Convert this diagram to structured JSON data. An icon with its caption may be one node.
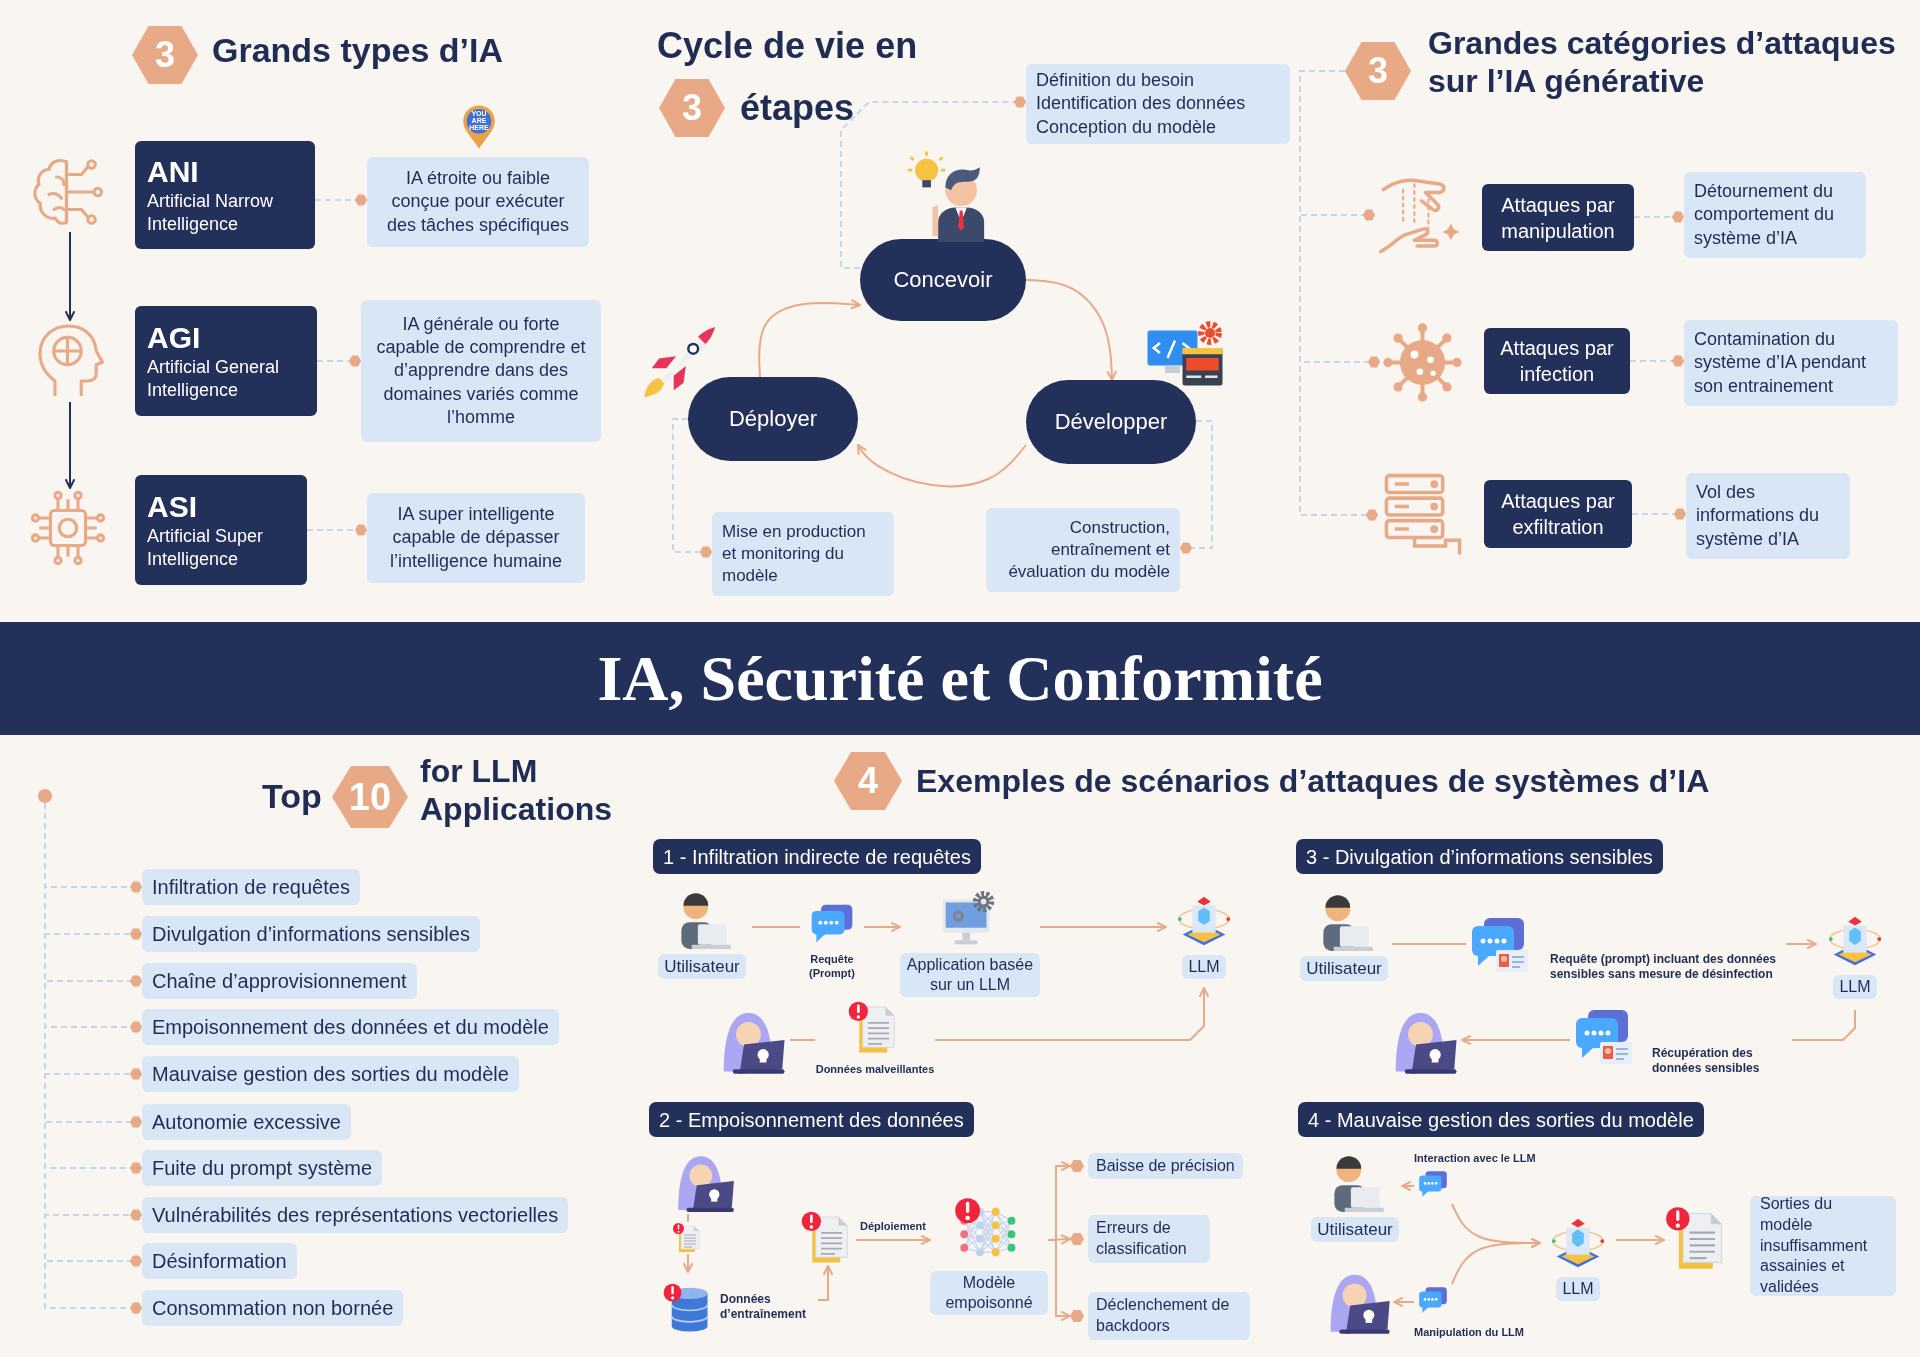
{
  "diagram": {
    "title": "IA, Sécurité et Conformité",
    "nodes": [
      {
        "text": [
          "3"
        ],
        "beside": [
          "Grands types d’IA"
        ]
      },
      {
        "text": [],
        "shape": "picture"
      },
      {
        "text": [
          "ANI",
          "Artificial Narrow Intelligence"
        ]
      },
      {
        "text": [
          "IA étroite ou faible conçue pour exécuter des tâches spécifiques"
        ]
      },
      {
        "text": [],
        "shape": "picture"
      },
      {
        "text": [
          "AGI",
          "Artificial General Intelligence"
        ]
      },
      {
        "text": [
          "IA générale ou forte capable de comprendre et d’apprendre dans des domaines variés comme l’homme"
        ]
      },
      {
        "text": [],
        "shape": "picture"
      },
      {
        "text": [
          "ASI",
          "Artificial Super Intelligence"
        ]
      },
      {
        "text": [
          "IA super intelligente capable de dépasser l’intelligence humaine"
        ]
      },
      {
        "text": [
          "3"
        ],
        "beside": [
          "Cycle de vie en",
          "étapes"
        ]
      },
      {
        "text": [
          "Concevoir"
        ]
      },
      {
        "text": [
          "Développer"
        ]
      },
      {
        "text": [
          "Déployer"
        ]
      },
      {
        "text": [
          "Définition du besoin Identification des données Conception du modèle"
        ]
      },
      {
        "text": [
          "Construction, entraînement et évaluation du modèle"
        ]
      },
      {
        "text": [
          "Mise en production et monitoring du modèle"
        ]
      },
      {
        "text": [
          "3"
        ],
        "beside": [
          "Grandes catégories d’attaques sur l’IA générative"
        ]
      },
      {
        "text": [],
        "shape": "picture"
      },
      {
        "text": [
          "Attaques par manipulation"
        ]
      },
      {
        "text": [
          "Détournement du comportement du système d’IA"
        ]
      },
      {
        "text": [],
        "shape": "picture"
      },
      {
        "text": [
          "Attaques par infection"
        ]
      },
      {
        "text": [
          "Contamination du système d’IA pendant son entrainement"
        ]
      },
      {
        "text": [],
        "shape": "picture"
      },
      {
        "text": [
          "Attaques par exfiltration"
        ]
      },
      {
        "text": [
          "Vol des informations du système d’IA"
        ]
      },
      {
        "text": [
          "10"
        ],
        "beside": [
          "Top",
          "for LLM Applications"
        ]
      },
      {
        "text": [
          "Infiltration de requêtes"
        ]
      },
      {
        "text": [
          "Divulgation d’informations sensibles"
        ]
      },
      {
        "text": [
          "Chaîne d’approvisionnement"
        ]
      },
      {
        "text": [
          "Empoisonnement des données et du modèle"
        ]
      },
      {
        "text": [
          "Mauvaise gestion des sorties du modèle"
        ]
      },
      {
        "text": [
          "Autonomie excessive"
        ]
      },
      {
        "text": [
          "Fuite du prompt système"
        ]
      },
      {
        "text": [
          "Vulnérabilités des représentations vectorielles"
        ]
      },
      {
        "text": [
          "Désinformation"
        ]
      },
      {
        "text": [
          "Consommation non bornée"
        ]
      },
      {
        "text": [
          "4"
        ],
        "beside": [
          "Exemples de scénarios d’attaques de systèmes d’IA"
        ]
      },
      {
        "text": [
          "1 - Infiltration indirecte de requêtes"
        ]
      },
      {
        "text": [
          "Utilisateur"
        ]
      },
      {
        "text": [
          "Requête (Prompt)"
        ]
      },
      {
        "text": [
          "Application basée sur un LLM"
        ]
      },
      {
        "text": [
          "LLM"
        ]
      },
      {
        "text": [],
        "shape": "picture"
      },
      {
        "text": [
          "Données malveillantes"
        ]
      },
      {
        "text": [
          "2 - Empoisonnement des données"
        ]
      },
      {
        "text": [],
        "shape": "picture"
      },
      {
        "text": [],
        "shape": "picture"
      },
      {
        "text": [
          "Données d’entraînement"
        ]
      },
      {
        "text": [],
        "shape": "picture"
      },
      {
        "text": [
          "Modèle empoisonné"
        ]
      },
      {
        "text": [
          "Baisse de précision"
        ]
      },
      {
        "text": [
          "Erreurs de classification"
        ]
      },
      {
        "text": [
          "Déclenchement de backdoors"
        ]
      },
      {
        "text": [
          "3 - Divulgation d’informations sensibles"
        ]
      },
      {
        "text": [
          "Utilisateur"
        ]
      },
      {
        "text": [
          "Requête (prompt) incluant des données sensibles sans mesure de désinfection"
        ]
      },
      {
        "text": [
          "LLM"
        ]
      },
      {
        "text": [
          "Récupération des données sensibles"
        ]
      },
      {
        "text": [],
        "shape": "picture"
      },
      {
        "text": [
          "4 - Mauvaise gestion des sorties du modèle"
        ]
      },
      {
        "text": [
          "Utilisateur"
        ]
      },
      {
        "text": [],
        "shape": "picture"
      },
      {
        "text": [
          "Interaction avec le LLM"
        ]
      },
      {
        "text": [
          "Manipulation du LLM"
        ]
      },
      {
        "text": [
          "LLM"
        ]
      },
      {
        "text": [],
        "shape": "picture"
      },
      {
        "text": [
          "Sorties du modèle insuffisamment assainies et validées"
        ]
      },
      {
        "text": [],
        "shape": "circle"
      }
    ],
    "edges": [
      {
        "from": 1,
        "to": 4,
        "arrow": "to",
        "color": "#22305a"
      },
      {
        "from": 4,
        "to": 7,
        "arrow": "to",
        "color": "#22305a"
      },
      {
        "from": 2,
        "to": 3,
        "arrow": "other",
        "style": "dashed",
        "color": "#c6d6ec"
      },
      {
        "from": 5,
        "to": 6,
        "arrow": "other",
        "style": "dashed",
        "color": "#c6d6ec"
      },
      {
        "from": 8,
        "to": 9,
        "arrow": "other",
        "style": "dashed",
        "color": "#c6d6ec"
      },
      {
        "from": 11,
        "to": 12,
        "arrow": "to"
      },
      {
        "from": 12,
        "to": 13,
        "arrow": "to"
      },
      {
        "from": 13,
        "to": 11,
        "arrow": "to"
      },
      {
        "from": 11,
        "to": 14,
        "arrow": "other",
        "style": "dashed",
        "color": "#c6d6ec"
      },
      {
        "from": 12,
        "to": 15,
        "arrow": "other",
        "style": "dashed",
        "color": "#c6d6ec"
      },
      {
        "from": 13,
        "to": 16,
        "arrow": "other",
        "style": "dashed",
        "color": "#c6d6ec"
      },
      {
        "from": 17,
        "to": 18,
        "arrow": "other",
        "style": "dashed",
        "color": "#c6d6ec"
      },
      {
        "from": 17,
        "to": 21,
        "arrow": "other",
        "style": "dashed",
        "color": "#c6d6ec"
      },
      {
        "from": 17,
        "to": 24,
        "arrow": "other",
        "style": "dashed",
        "color": "#c6d6ec"
      },
      {
        "from": 19,
        "to": 20,
        "arrow": "other",
        "style": "dashed",
        "color": "#c6d6ec"
      },
      {
        "from": 22,
        "to": 23,
        "arrow": "other",
        "style": "dashed",
        "color": "#c6d6ec"
      },
      {
        "from": 25,
        "to": 26,
        "arrow": "other",
        "style": "dashed",
        "color": "#c6d6ec"
      },
      {
        "from": 69,
        "to": 28,
        "arrow": "other",
        "style": "dashed",
        "color": "#c6d6ec"
      },
      {
        "from": 69,
        "to": 29,
        "arrow": "other",
        "style": "dashed",
        "color": "#c6d6ec"
      },
      {
        "from": 69,
        "to": 30,
        "arrow": "other",
        "style": "dashed",
        "color": "#c6d6ec"
      },
      {
        "from": 69,
        "to": 31,
        "arrow": "other",
        "style": "dashed",
        "color": "#c6d6ec"
      },
      {
        "from": 69,
        "to": 32,
        "arrow": "other",
        "style": "dashed",
        "color": "#c6d6ec"
      },
      {
        "from": 69,
        "to": 33,
        "arrow": "other",
        "style": "dashed",
        "color": "#c6d6ec"
      },
      {
        "from": 69,
        "to": 34,
        "arrow": "other",
        "style": "dashed",
        "color": "#c6d6ec"
      },
      {
        "from": 69,
        "to": 35,
        "arrow": "other",
        "style": "dashed",
        "color": "#c6d6ec"
      },
      {
        "from": 69,
        "to": 36,
        "arrow": "other",
        "style": "dashed",
        "color": "#c6d6ec"
      },
      {
        "from": 69,
        "to": 37,
        "arrow": "other",
        "style": "dashed",
        "color": "#c6d6ec"
      },
      {
        "from": 40,
        "to": 41,
        "arrow": "none"
      },
      {
        "from": 41,
        "to": 42,
        "arrow": "to"
      },
      {
        "from": 42,
        "to": 43,
        "arrow": "to"
      },
      {
        "from": 44,
        "to": 45,
        "arrow": "none"
      },
      {
        "from": 45,
        "to": 43,
        "arrow": "to"
      },
      {
        "from": 47,
        "to": 48,
        "arrow": "none"
      },
      {
        "from": 48,
        "to": 49,
        "arrow": "to"
      },
      {
        "from": 49,
        "to": 50,
        "arrow": "to"
      },
      {
        "from": 50,
        "to": 51,
        "arrow": "to",
        "label": "Déploiement"
      },
      {
        "from": 51,
        "to": 52,
        "arrow": "to"
      },
      {
        "from": 51,
        "to": 53,
        "arrow": "to"
      },
      {
        "from": 51,
        "to": 54,
        "arrow": "to"
      },
      {
        "from": 56,
        "to": 57,
        "arrow": "none"
      },
      {
        "from": 57,
        "to": 58,
        "arrow": "to"
      },
      {
        "from": 58,
        "to": 59,
        "arrow": "none"
      },
      {
        "from": 59,
        "to": 60,
        "arrow": "to"
      },
      {
        "from": 64,
        "to": 62,
        "arrow": "to"
      },
      {
        "from": 65,
        "to": 63,
        "arrow": "to"
      },
      {
        "from": 64,
        "to": 66,
        "arrow": "to"
      },
      {
        "from": 65,
        "to": 66,
        "arrow": "to"
      },
      {
        "from": 66,
        "to": 67,
        "arrow": "to"
      }
    ],
    "labels": [
      "YOU ARE HERE"
    ]
  }
}
